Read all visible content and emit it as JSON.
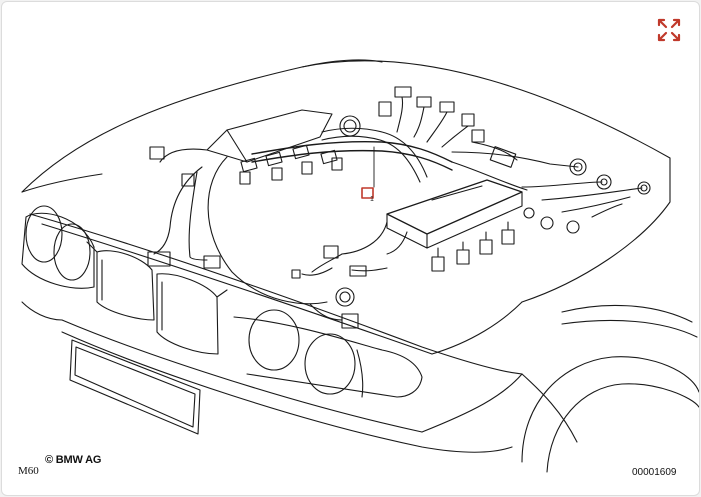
{
  "diagram": {
    "copyright": "© BMW AG",
    "model_code": "M60",
    "reference_number": "00001609",
    "callout_label": "1"
  },
  "colors": {
    "line": "#1a1a1a",
    "accent": "#c0392b"
  },
  "icons": {
    "expand": "expand-arrows-icon"
  }
}
